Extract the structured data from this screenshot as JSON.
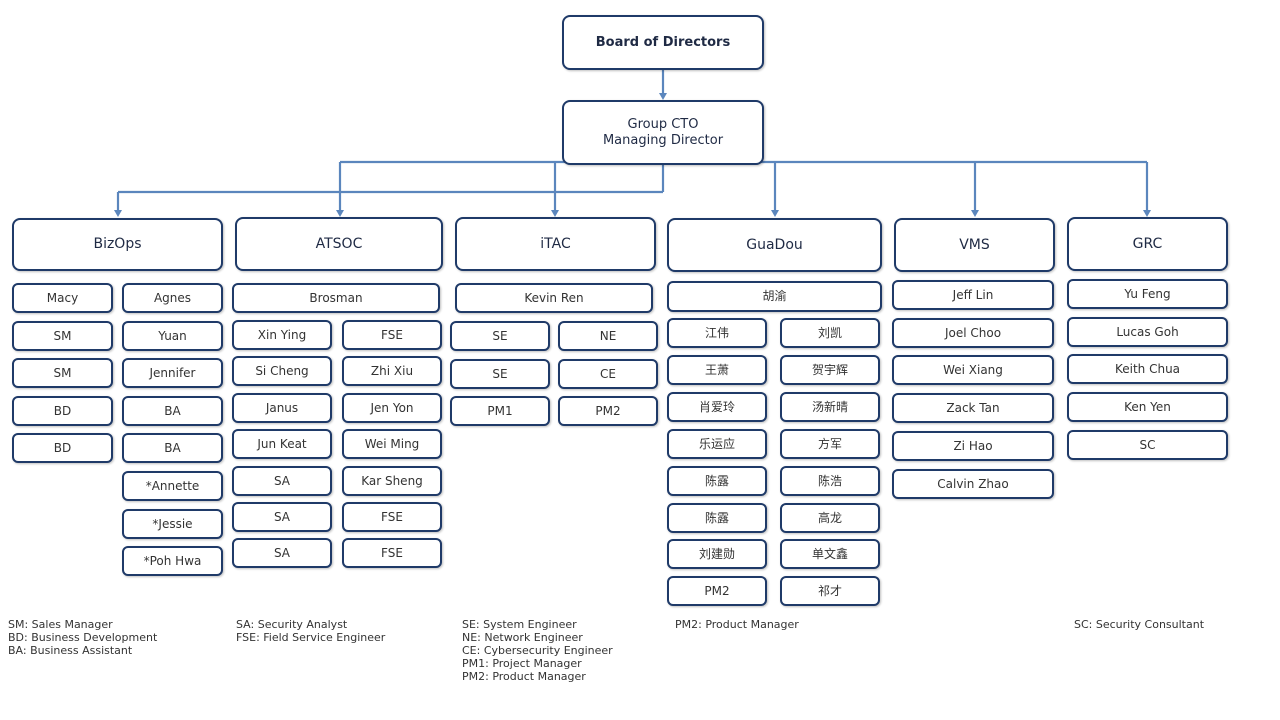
{
  "board": "Board of Directors",
  "cto": {
    "line1": "Group CTO",
    "line2": "Managing Director"
  },
  "departments": [
    {
      "name": "BizOps",
      "col1": [
        "Macy",
        "SM",
        "SM",
        "BD",
        "BD"
      ],
      "col2": [
        "Agnes",
        "Yuan",
        "Jennifer",
        "BA",
        "BA",
        "*Annette",
        "*Jessie",
        "*Poh Hwa"
      ]
    },
    {
      "name": "ATSOC",
      "lead": "Brosman",
      "col1": [
        "Xin Ying",
        "Si Cheng",
        "Janus",
        "Jun Keat",
        "SA",
        "SA",
        "SA"
      ],
      "col2": [
        "FSE",
        "Zhi Xiu",
        "Jen Yon",
        "Wei Ming",
        "Kar Sheng",
        "FSE",
        "FSE"
      ]
    },
    {
      "name": "iTAC",
      "lead": "Kevin Ren",
      "col1": [
        "SE",
        "SE",
        "PM1"
      ],
      "col2": [
        "NE",
        "CE",
        "PM2"
      ]
    },
    {
      "name": "GuaDou",
      "lead": "胡渝",
      "col1": [
        "江伟",
        "王萧",
        "肖爱玲",
        "乐运应",
        "陈露",
        "陈露",
        "刘建勋",
        "PM2"
      ],
      "col2": [
        "刘凯",
        "贺宇辉",
        "汤新晴",
        "方军",
        "陈浩",
        "高龙",
        "单文鑫",
        "祁才"
      ]
    },
    {
      "name": "VMS",
      "col1": [
        "Jeff Lin",
        "Joel Choo",
        "Wei Xiang",
        "Zack Tan",
        "Zi Hao",
        "Calvin Zhao"
      ]
    },
    {
      "name": "GRC",
      "col1": [
        "Yu Feng",
        "Lucas Goh",
        "Keith Chua",
        "Ken Yen",
        "SC"
      ]
    }
  ],
  "legend": [
    [
      "SM: Sales Manager",
      "BD: Business Development",
      "BA: Business Assistant"
    ],
    [
      "SA: Security Analyst",
      "FSE: Field Service Engineer"
    ],
    [
      "SE: System Engineer",
      "NE: Network Engineer",
      "CE: Cybersecurity Engineer",
      "PM1: Project Manager",
      "PM2: Product Manager"
    ],
    [
      "PM2: Product Manager"
    ],
    [
      "SC: Security Consultant"
    ]
  ]
}
